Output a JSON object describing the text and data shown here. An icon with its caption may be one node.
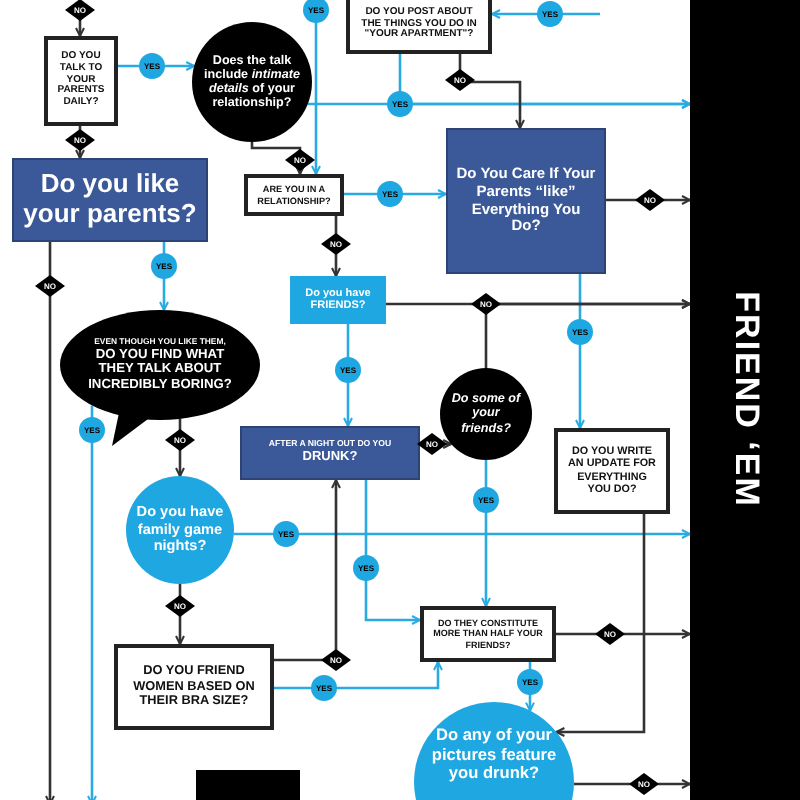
{
  "diagram": {
    "nodes": [
      {
        "text": [
          "DO YOU POST ABOUT THE THINGS YOU DO IN \"YOUR APARTMENT\"?"
        ]
      },
      {
        "text": [
          "DO YOU TALK TO YOUR PARENTS DAILY?"
        ]
      },
      {
        "text": [
          "Does the talk include *intimate details* of your relationship?"
        ]
      },
      {
        "text": [
          "Do you like your parents?"
        ]
      },
      {
        "text": [
          "ARE YOU IN A RELATIONSHIP?"
        ]
      },
      {
        "text": [
          "Do You Care If Your Parents “like” Everything You Do?"
        ]
      },
      {
        "text": [
          "Do you have FRIENDS?"
        ]
      },
      {
        "text": [
          "EVEN THOUGH YOU LIKE THEM,",
          "DO YOU FIND WHAT THEY TALK ABOUT INCREDIBLY BORING?"
        ]
      },
      {
        "text": [
          "Do some of your friends?"
        ]
      },
      {
        "text": [
          "DO YOU WRITE AN UPDATE FOR EVERYTHING YOU DO?"
        ]
      },
      {
        "text": [
          "AFTER A NIGHT OUT DO YOU",
          "DRUNK?"
        ]
      },
      {
        "text": [
          "Do you have family game nights?"
        ]
      },
      {
        "text": [
          "DO YOU FRIEND WOMEN BASED ON THEIR BRA SIZE?"
        ]
      },
      {
        "text": [
          "DO THEY CONSTITUTE MORE THAN HALF YOUR FRIENDS?"
        ]
      },
      {
        "text": [
          "Do any of your pictures feature you drunk?"
        ]
      },
      {
        "text": [],
        "shape": "box"
      },
      {
        "text": [
          "FRIEND ‘EM"
        ]
      }
    ],
    "edges": [
      {
        "from": null,
        "to": 1,
        "arrow": "to",
        "label": "NO"
      },
      {
        "from": 1,
        "to": 2,
        "arrow": "to",
        "label": "YES",
        "color": "#29abe2"
      },
      {
        "from": 1,
        "to": 3,
        "arrow": "to",
        "label": "NO"
      },
      {
        "from": 2,
        "to": 4,
        "arrow": "to",
        "label": "NO"
      },
      {
        "from": null,
        "to": 4,
        "arrow": "to",
        "label": "YES",
        "color": "#29abe2"
      },
      {
        "from": 2,
        "to": 16,
        "arrow": "to",
        "color": "#29abe2"
      },
      {
        "from": 0,
        "to": 16,
        "arrow": "to",
        "label": "YES",
        "color": "#29abe2"
      },
      {
        "from": null,
        "to": 0,
        "arrow": "to",
        "label": "YES",
        "color": "#29abe2"
      },
      {
        "from": 0,
        "to": 5,
        "arrow": "to",
        "label": "NO"
      },
      {
        "from": 4,
        "to": 5,
        "arrow": "to",
        "label": "YES",
        "color": "#29abe2"
      },
      {
        "from": 4,
        "to": 6,
        "arrow": "to",
        "label": "NO"
      },
      {
        "from": 3,
        "to": 7,
        "arrow": "to",
        "label": "YES",
        "color": "#29abe2"
      },
      {
        "from": 3,
        "to": null,
        "arrow": "to",
        "label": "NO"
      },
      {
        "from": 5,
        "to": 16,
        "arrow": "to",
        "label": "NO"
      },
      {
        "from": 5,
        "to": 9,
        "arrow": "to",
        "label": "YES",
        "color": "#29abe2"
      },
      {
        "from": 6,
        "to": 16,
        "arrow": "to"
      },
      {
        "from": 8,
        "to": 16,
        "arrow": "to",
        "label": "NO"
      },
      {
        "from": 6,
        "to": 10,
        "arrow": "to",
        "label": "YES",
        "color": "#29abe2"
      },
      {
        "from": 10,
        "to": 8,
        "arrow": "to",
        "label": "NO"
      },
      {
        "from": 8,
        "to": 13,
        "arrow": "to",
        "label": "YES",
        "color": "#29abe2"
      },
      {
        "from": 7,
        "to": 11,
        "arrow": "to",
        "label": "NO"
      },
      {
        "from": 7,
        "to": null,
        "arrow": "to",
        "label": "YES",
        "color": "#29abe2"
      },
      {
        "from": 11,
        "to": 16,
        "arrow": "to",
        "label": "YES",
        "color": "#29abe2"
      },
      {
        "from": 11,
        "to": 12,
        "arrow": "to",
        "label": "NO"
      },
      {
        "from": 12,
        "to": 13,
        "arrow": "to",
        "label": "YES",
        "color": "#29abe2"
      },
      {
        "from": 12,
        "to": 10,
        "arrow": "to",
        "label": "NO"
      },
      {
        "from": 13,
        "to": 16,
        "arrow": "to",
        "label": "NO"
      },
      {
        "from": 13,
        "to": 14,
        "arrow": "to",
        "label": "YES",
        "color": "#29abe2"
      },
      {
        "from": 9,
        "to": 14,
        "arrow": "to"
      },
      {
        "from": 14,
        "to": 16,
        "arrow": "to",
        "label": "NO"
      },
      {
        "from": 10,
        "to": 13,
        "arrow": "to",
        "label": "YES",
        "color": "#29abe2"
      }
    ]
  }
}
